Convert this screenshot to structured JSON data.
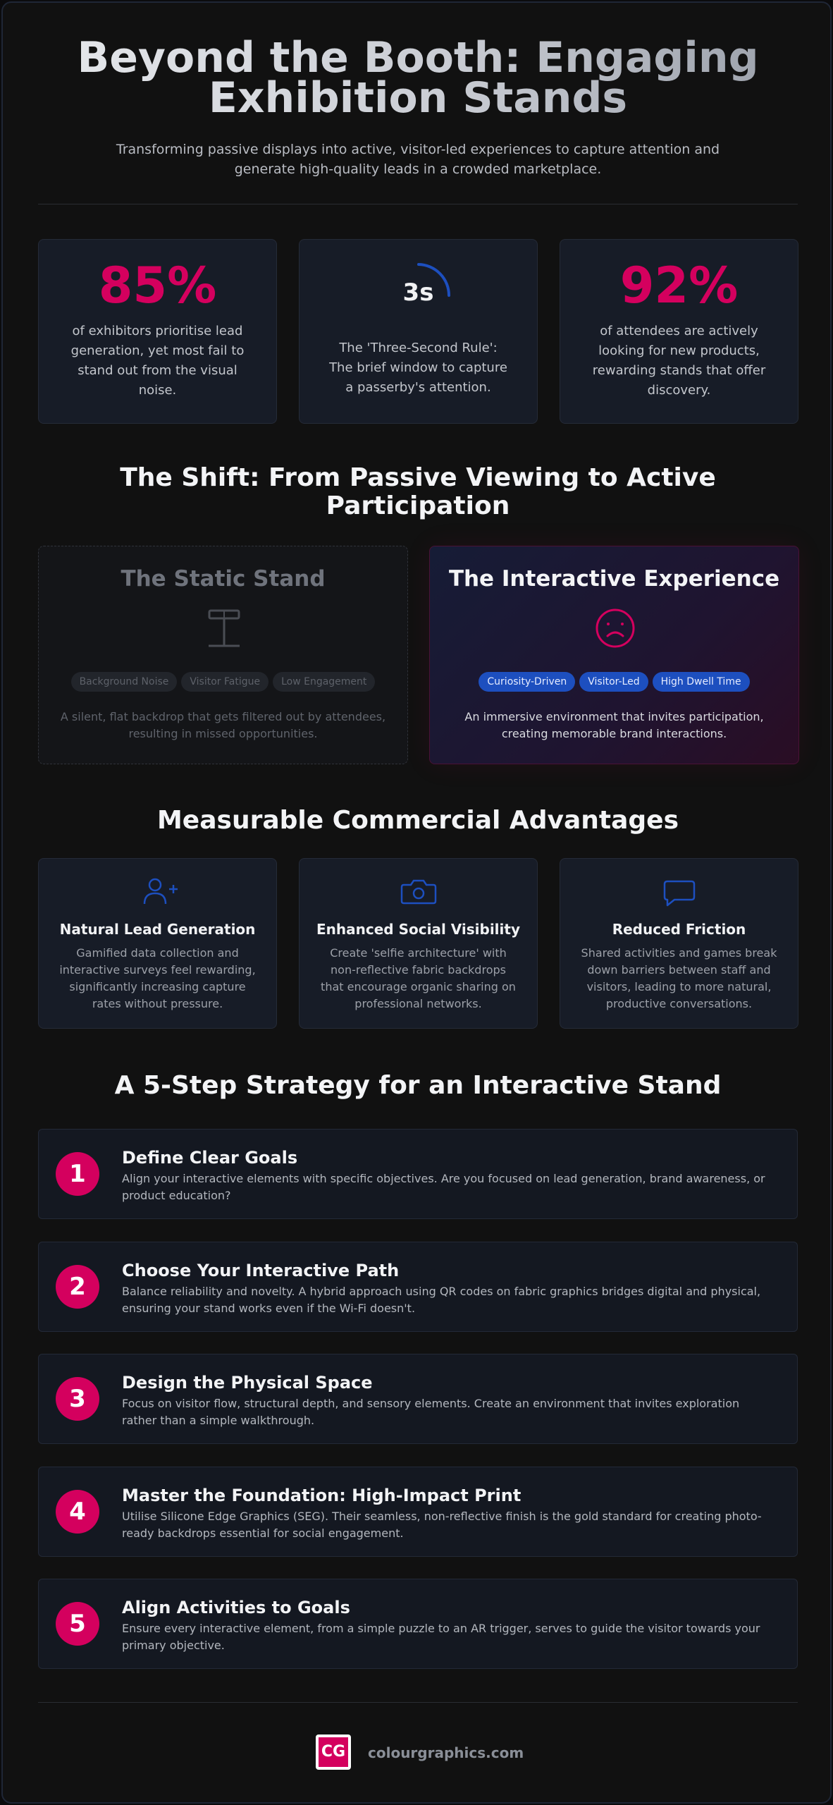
{
  "hero": {
    "title": "Beyond the Booth: Engaging Exhibition Stands",
    "subtitle": "Transforming passive displays into active, visitor-led experiences to capture attention and generate high-quality leads in a crowded marketplace."
  },
  "stats": [
    {
      "value": "85%",
      "text": "of exhibitors prioritise lead generation, yet most fail to stand out from the visual noise."
    },
    {
      "value": "3s",
      "text": "The 'Three-Second Rule': The brief window to capture a passerby's attention."
    },
    {
      "value": "92%",
      "text": "of attendees are actively looking for new products, rewarding stands that offer discovery."
    }
  ],
  "shift": {
    "title": "The Shift: From Passive Viewing to Active Participation",
    "static": {
      "title": "The Static Stand",
      "icon": "stand-icon",
      "tags": [
        "Background Noise",
        "Visitor Fatigue",
        "Low Engagement"
      ],
      "desc": "A silent, flat backdrop that gets filtered out by attendees, resulting in missed opportunities."
    },
    "interactive": {
      "title": "The Interactive Experience",
      "icon": "smiley-icon",
      "tags": [
        "Curiosity-Driven",
        "Visitor-Led",
        "High Dwell Time"
      ],
      "desc": "An immersive environment that invites participation, creating memorable brand interactions."
    }
  },
  "advantages": {
    "title": "Measurable Commercial Advantages",
    "items": [
      {
        "icon": "user-plus-icon",
        "title": "Natural Lead Generation",
        "desc": "Gamified data collection and interactive surveys feel rewarding, significantly increasing capture rates without pressure."
      },
      {
        "icon": "camera-icon",
        "title": "Enhanced Social Visibility",
        "desc": "Create 'selfie architecture' with non-reflective fabric backdrops that encourage organic sharing on professional networks."
      },
      {
        "icon": "chat-bubble-icon",
        "title": "Reduced Friction",
        "desc": "Shared activities and games break down barriers between staff and visitors, leading to more natural, productive conversations."
      }
    ]
  },
  "strategy": {
    "title": "A 5-Step Strategy for an Interactive Stand",
    "steps": [
      {
        "num": "1",
        "title": "Define Clear Goals",
        "desc": "Align your interactive elements with specific objectives. Are you focused on lead generation, brand awareness, or product education?"
      },
      {
        "num": "2",
        "title": "Choose Your Interactive Path",
        "desc": "Balance reliability and novelty. A hybrid approach using QR codes on fabric graphics bridges digital and physical, ensuring your stand works even if the Wi-Fi doesn't."
      },
      {
        "num": "3",
        "title": "Design the Physical Space",
        "desc": "Focus on visitor flow, structural depth, and sensory elements. Create an environment that invites exploration rather than a simple walkthrough."
      },
      {
        "num": "4",
        "title": "Master the Foundation: High-Impact Print",
        "desc": "Utilise Silicone Edge Graphics (SEG). Their seamless, non-reflective finish is the gold standard for creating photo-ready backdrops essential for social engagement."
      },
      {
        "num": "5",
        "title": "Align Activities to Goals",
        "desc": "Ensure every interactive element, from a simple puzzle to an AR trigger, serves to guide the visitor towards your primary objective."
      }
    ]
  },
  "footer": {
    "logo_text": "CG",
    "site": "colourgraphics.com"
  },
  "colors": {
    "accent": "#d4005e",
    "blue": "#1d4fbf",
    "background": "#111111",
    "card": "#171c27"
  }
}
